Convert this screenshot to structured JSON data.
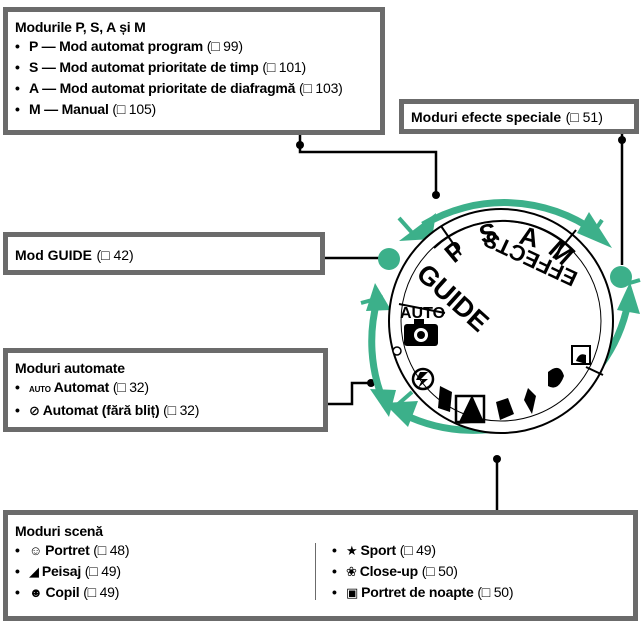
{
  "psam": {
    "title": "Modurile P, S, A și M",
    "items": [
      {
        "label": "P — Mod automat program",
        "ref": "(□ 99)"
      },
      {
        "label": "S — Mod automat prioritate de timp",
        "ref": "(□ 101)"
      },
      {
        "label": "A — Mod automat prioritate de diafragmă",
        "ref": "(□ 103)"
      },
      {
        "label": "M — Manual",
        "ref": "(□ 105)"
      }
    ]
  },
  "effects": {
    "label": "Moduri efecte speciale",
    "ref": "(□ 51)"
  },
  "guide": {
    "label": "Mod GUIDE",
    "ref": "(□ 42)"
  },
  "auto_modes": {
    "title": "Moduri automate",
    "items": [
      {
        "icon": "AUTO",
        "label": "Automat",
        "ref": "(□ 32)"
      },
      {
        "icon": "⊘",
        "label": "Automat (fără bliț)",
        "ref": "(□ 32)"
      }
    ]
  },
  "scene": {
    "title": "Moduri scenă",
    "left": [
      {
        "icon": "☺",
        "label": "Portret",
        "ref": "(□ 48)"
      },
      {
        "icon": "◢",
        "label": "Peisaj",
        "ref": "(□ 49)"
      },
      {
        "icon": "☻",
        "label": "Copil",
        "ref": "(□ 49)"
      }
    ],
    "right": [
      {
        "icon": "★",
        "label": "Sport",
        "ref": "(□ 49)"
      },
      {
        "icon": "❀",
        "label": "Close-up",
        "ref": "(□ 50)"
      },
      {
        "icon": "▣",
        "label": "Portret de noapte",
        "ref": "(□ 50)"
      }
    ]
  },
  "dial": {
    "labels": {
      "p": "P",
      "s": "S",
      "a": "A",
      "m": "M",
      "guide": "GUIDE",
      "auto": "AUTO",
      "effects": "EFFECTS"
    },
    "colors": {
      "arrow": "#3cb08a",
      "border": "#6b6b6b",
      "line": "#000000"
    }
  }
}
